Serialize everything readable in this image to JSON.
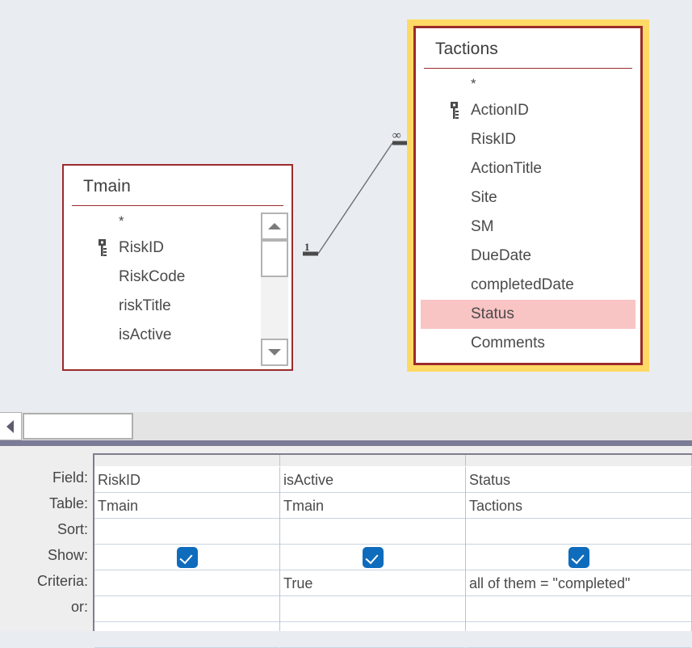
{
  "app": {
    "background_color": "#e9edf1",
    "accent_selected_color": "#ffd966",
    "table_border_color": "#9c2b2b",
    "highlight_field_color": "#f9c4c4",
    "checkbox_color": "#0f6cbd",
    "splitter_color": "#7b7b96"
  },
  "diagram": {
    "tables": [
      {
        "name": "Tmain",
        "selected": false,
        "star": "*",
        "fields": [
          {
            "label": "RiskID",
            "is_key": true
          },
          {
            "label": "RiskCode",
            "is_key": false
          },
          {
            "label": "riskTitle",
            "is_key": false
          },
          {
            "label": "isActive",
            "is_key": false
          }
        ],
        "has_scrollbar": true
      },
      {
        "name": "Tactions",
        "selected": true,
        "star": "*",
        "fields": [
          {
            "label": "ActionID",
            "is_key": true
          },
          {
            "label": "RiskID",
            "is_key": false
          },
          {
            "label": "ActionTitle",
            "is_key": false
          },
          {
            "label": "Site",
            "is_key": false
          },
          {
            "label": "SM",
            "is_key": false
          },
          {
            "label": "DueDate",
            "is_key": false
          },
          {
            "label": "completedDate",
            "is_key": false
          },
          {
            "label": "Status",
            "is_key": false,
            "highlighted": true
          },
          {
            "label": "Comments",
            "is_key": false
          }
        ],
        "has_scrollbar": false
      }
    ],
    "relationship": {
      "from_table": "Tmain",
      "from_label": "1",
      "to_table": "Tactions",
      "to_label": "∞",
      "line_color": "#6b7075"
    }
  },
  "scrollbar": {
    "left_arrow_icon": "triangle-left-icon"
  },
  "grid": {
    "row_labels": [
      "Field:",
      "Table:",
      "Sort:",
      "Show:",
      "Criteria:",
      "or:"
    ],
    "columns": [
      {
        "field": "RiskID",
        "table": "Tmain",
        "sort": "",
        "show": true,
        "criteria": "",
        "or": ""
      },
      {
        "field": "isActive",
        "table": "Tmain",
        "sort": "",
        "show": true,
        "criteria": "True",
        "or": ""
      },
      {
        "field": "Status",
        "table": "Tactions",
        "sort": "",
        "show": true,
        "criteria": "all of them = \"completed\"",
        "or": ""
      },
      {
        "field": "",
        "table": "",
        "sort": "",
        "show": false,
        "criteria": "",
        "or": ""
      }
    ]
  }
}
